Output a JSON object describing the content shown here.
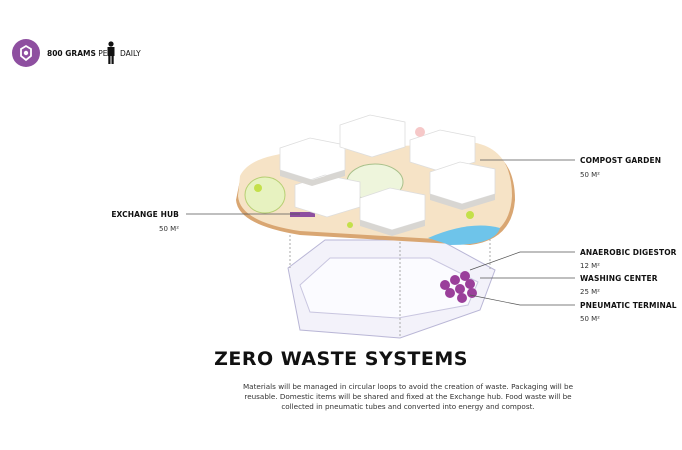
{
  "header": {
    "amount_bold": "800 GRAMS",
    "per": "PER",
    "daily": "DAILY",
    "waste_icon": "recycle-waste-icon",
    "person_icon": "person-icon",
    "accent": "#8e4fa0"
  },
  "labels": {
    "compost_garden": {
      "name": "COMPOST GARDEN",
      "area": "50 M²"
    },
    "exchange_hub": {
      "name": "EXCHANGE HUB",
      "area": "50 M²"
    },
    "anaerobic_digestor": {
      "name": "ANAEROBIC DIGESTOR",
      "area": "12 M²"
    },
    "washing_center": {
      "name": "WASHING CENTER",
      "area": "25 M²"
    },
    "pneumatic_terminal": {
      "name": "PNEUMATIC TERMINAL",
      "area": "50 M²"
    }
  },
  "title": "ZERO WASTE SYSTEMS",
  "description": "Materials will be managed in circular loops to avoid the creation of waste. Packaging will be reusable. Domestic items will be shared and fixed at the Exchange hub. Food waste will be collected in pneumatic tubes and converted into energy and compost."
}
